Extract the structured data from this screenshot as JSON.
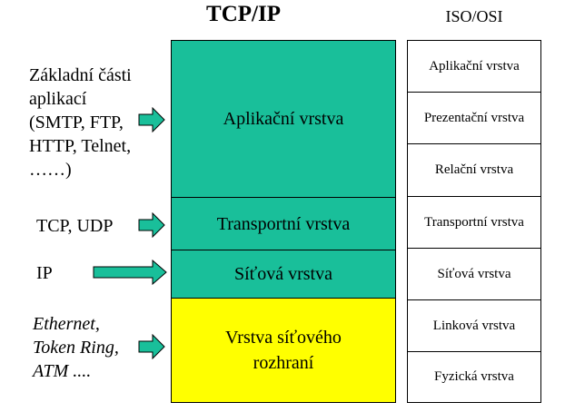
{
  "titles": {
    "tcpip": "TCP/IP",
    "isoosi": "ISO/OSI"
  },
  "tcpip_layers": [
    {
      "label": "Aplikační vrstva",
      "color": "#19bf9a"
    },
    {
      "label": "Transportní vrstva",
      "color": "#19bf9a"
    },
    {
      "label": "Síťová vrstva",
      "color": "#19bf9a"
    },
    {
      "label_line1": "Vrstva síťového",
      "label_line2": "rozhraní",
      "color": "#ffff00"
    }
  ],
  "iso_layers": [
    "Aplikační vrstva",
    "Prezentační vrstva",
    "Relační vrstva",
    "Transportní vrstva",
    "Síťová vrstva",
    "Linková vrstva",
    "Fyzická vrstva"
  ],
  "protocols": {
    "application": [
      "Základní části",
      "aplikací",
      "(SMTP, FTP,",
      "HTTP, Telnet,",
      "……)"
    ],
    "transport": "TCP, UDP",
    "network": "IP",
    "link": [
      "Ethernet,",
      "Token Ring,",
      "ATM ...."
    ]
  },
  "arrow_color": "#19bf9a"
}
